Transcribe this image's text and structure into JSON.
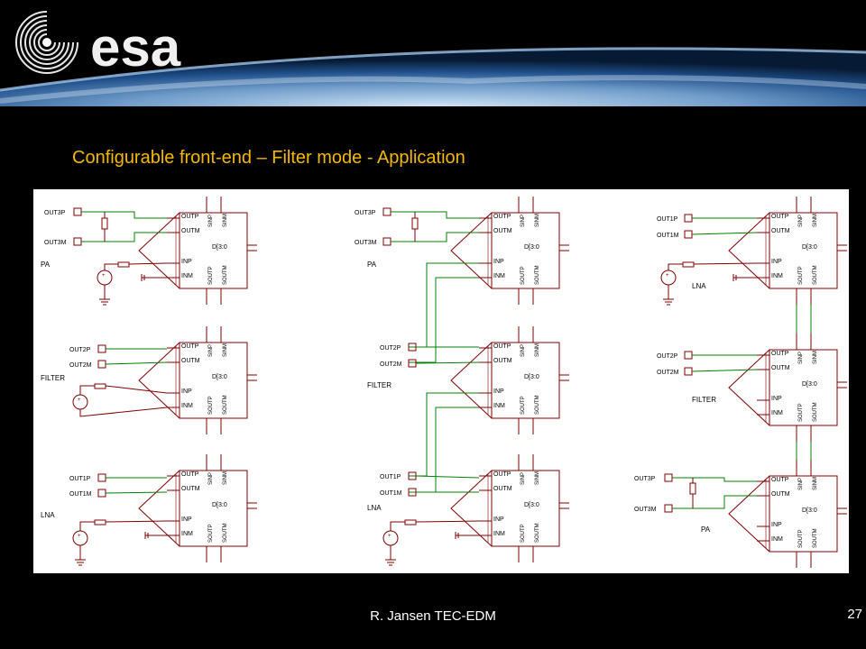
{
  "slide": {
    "title": "Configurable front-end – Filter mode - Application",
    "author": "R. Jansen TEC-EDM",
    "page_number": "27",
    "logo_text": "esa",
    "title_color": "#f5b800"
  },
  "pins": {
    "outp": "OUTP",
    "outm": "OUTM",
    "inp": "INP",
    "inm": "INM",
    "sinp": "SINP",
    "sinm": "SINM",
    "soutp": "SOUTP",
    "soutm": "SOUTM",
    "bus": "D[3:0"
  },
  "ports": {
    "out3p": "OUT3P",
    "out3m": "OUT3M",
    "out2p": "OUT2P",
    "out2m": "OUT2M",
    "out1p": "OUT1P",
    "out1m": "OUT1M"
  },
  "stages": {
    "pa": "PA",
    "filter": "FILTER",
    "lna": "LNA"
  }
}
